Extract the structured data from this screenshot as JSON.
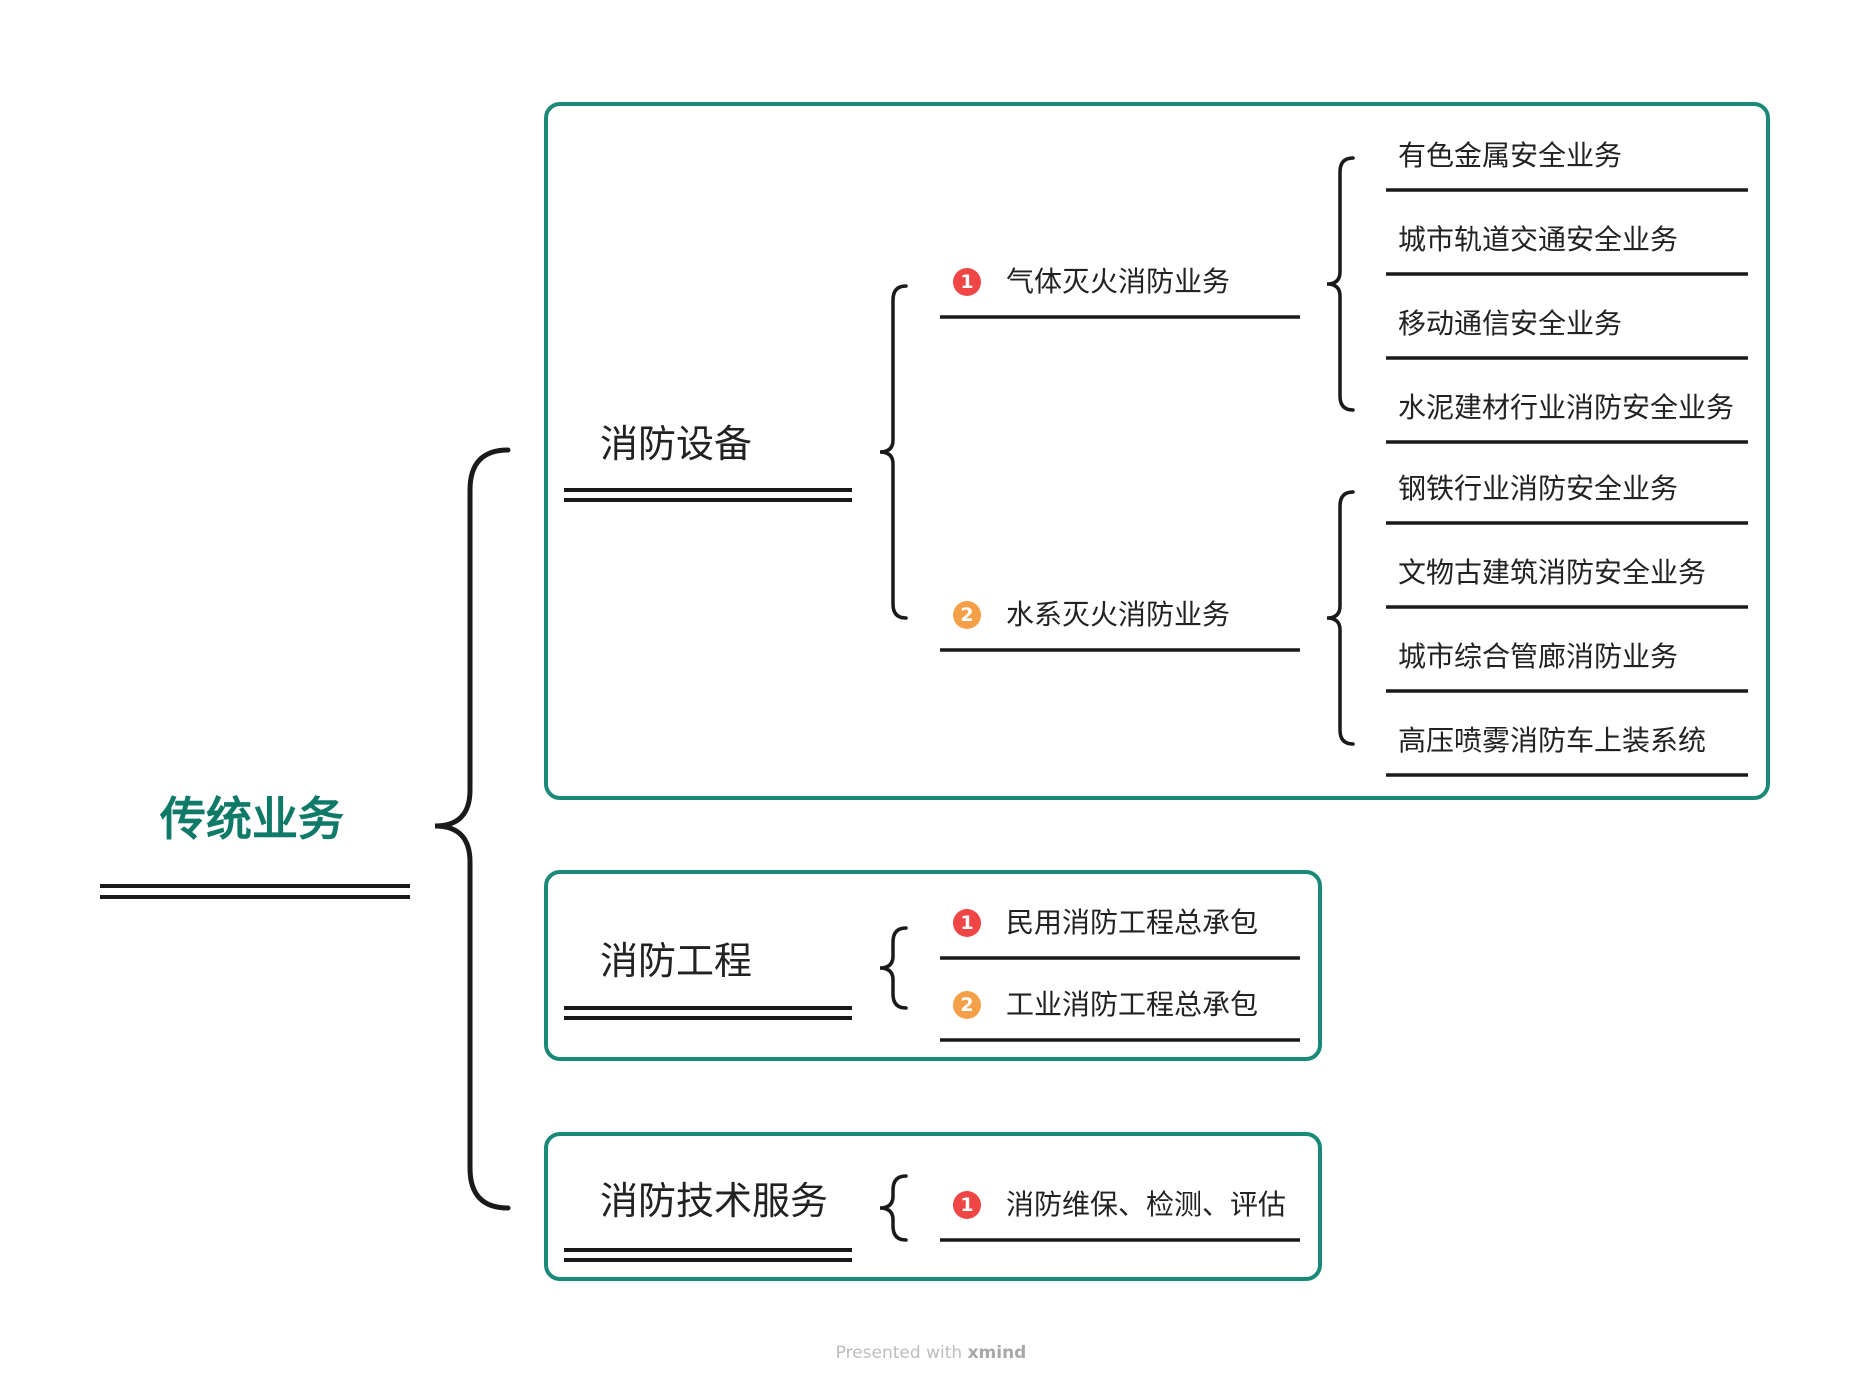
{
  "root": {
    "label": "传统业务"
  },
  "colors": {
    "frame": "#1a8a78",
    "root_text": "#0f7a68",
    "line": "#1a1a1a",
    "marker_1": "#f04545",
    "marker_2": "#f5a048"
  },
  "branches": [
    {
      "label": "消防设备",
      "children": [
        {
          "marker": "1",
          "label": "气体灭火消防业务",
          "children": [
            "有色金属安全业务",
            "城市轨道交通安全业务",
            "移动通信安全业务",
            "水泥建材行业消防安全业务"
          ]
        },
        {
          "marker": "2",
          "label": "水系灭火消防业务",
          "children": [
            "钢铁行业消防安全业务",
            "文物古建筑消防安全业务",
            "城市综合管廊消防业务",
            "高压喷雾消防车上装系统"
          ]
        }
      ]
    },
    {
      "label": "消防工程",
      "children": [
        {
          "marker": "1",
          "label": "民用消防工程总承包",
          "children": []
        },
        {
          "marker": "2",
          "label": "工业消防工程总承包",
          "children": []
        }
      ]
    },
    {
      "label": "消防技术服务",
      "children": [
        {
          "marker": "1",
          "label": "消防维保、检测、评估",
          "children": []
        }
      ]
    }
  ],
  "footer": {
    "prefix": "Presented with",
    "brand": "xmind"
  }
}
